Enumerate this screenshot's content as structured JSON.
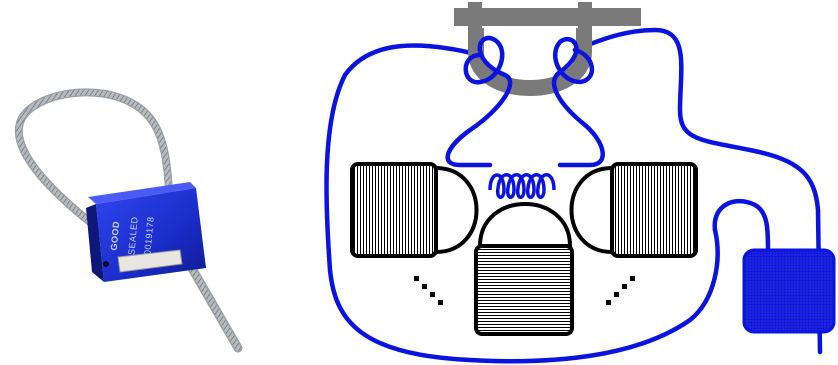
{
  "photo": {
    "brand_mark": "GOOD",
    "status_text": "SEALED",
    "serial_number": "0019178"
  },
  "colors": {
    "seal_blue": "#1c2fd0",
    "cable_blue": "#0a13e0",
    "lock_gray": "#7a7a7a",
    "outline": "#000000"
  },
  "icons": [
    "cable-seal-photo",
    "lock-diagram"
  ]
}
